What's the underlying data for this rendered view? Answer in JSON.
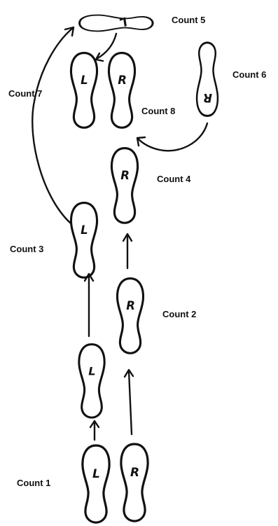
{
  "labels": {
    "count1": "Count 1",
    "count2": "Count 2",
    "count3": "Count 3",
    "count4": "Count 4",
    "count5": "Count 5",
    "count6": "Count 6",
    "count7": "Count 7",
    "count8": "Count 8"
  },
  "feet": {
    "start_left": "L",
    "start_right": "R",
    "left_step_mid": "L",
    "count2_right": "R",
    "count3_left": "L",
    "count4_right": "R",
    "count5_left": "L",
    "count6_right": "R",
    "count7_left": "L",
    "count8_right": "R"
  },
  "colors": {
    "ink": "#111111",
    "background": "#ffffff"
  }
}
